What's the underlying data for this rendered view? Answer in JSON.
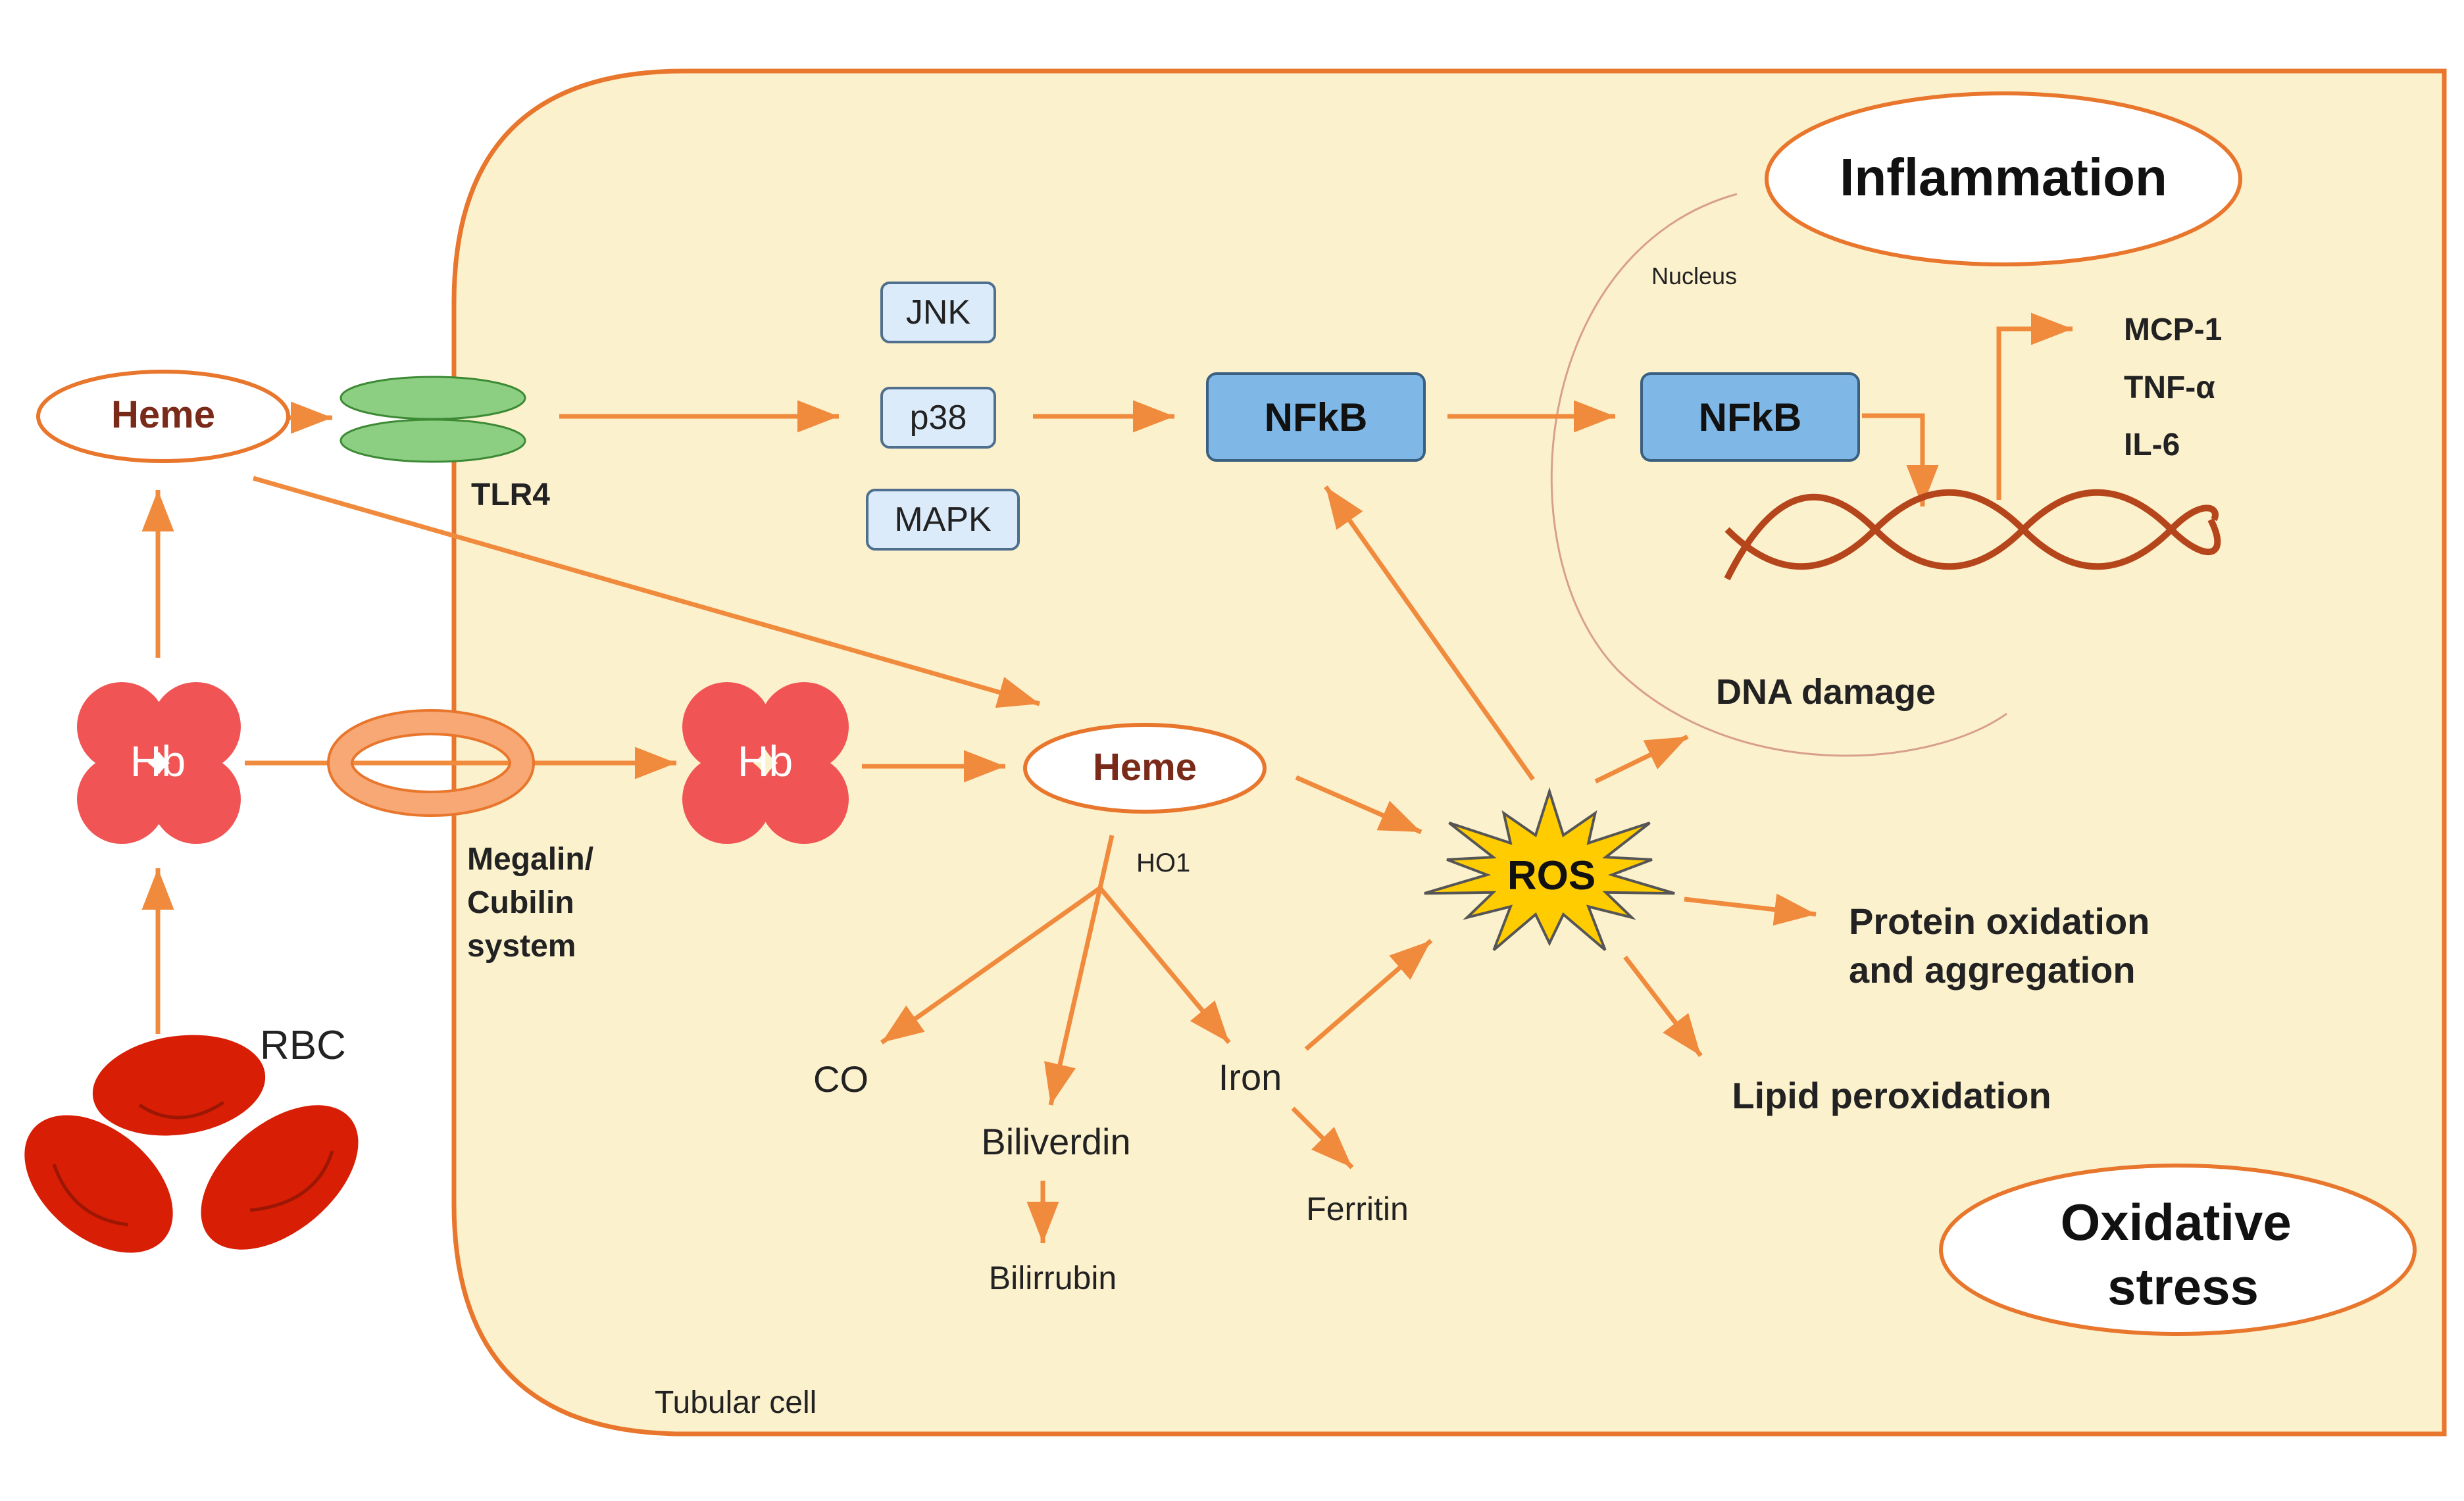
{
  "colors": {
    "cell_fill": "#fcf1cd",
    "cell_border": "#e8762c",
    "arrow": "#f08a3c",
    "label_dark_red": "#7a2a18",
    "hb_red": "#f05454",
    "rbc_red": "#d81e05",
    "tlr4_green": "#8ccf83",
    "megalin_orange": "#f7a874",
    "box_blue": "#7fb8e6",
    "box_light_blue": "#dcebfa",
    "ros_yellow": "#ffcc00",
    "dna_red": "#b5451b",
    "text": "#222222"
  },
  "outside": {
    "heme_label": "Heme",
    "hb_label": "Hb",
    "rbc_label": "RBC"
  },
  "membrane": {
    "tlr4_label": "TLR4",
    "megalin_label": "Megalin/\nCubilin\nsystem"
  },
  "cell": {
    "label": "Tubular cell",
    "hb_label": "Hb",
    "heme_label": "Heme",
    "ho1_label": "HO1",
    "co_label": "CO",
    "biliverdin_label": "Biliverdin",
    "bilirrubin_label": "Bilirrubin",
    "iron_label": "Iron",
    "ferritin_label": "Ferritin",
    "kinases": [
      "JNK",
      "p38",
      "MAPK"
    ],
    "nfkb_cyto_label": "NFkB",
    "ros_label": "ROS",
    "protein_oxidation_label": "Protein oxidation\nand aggregation",
    "lipid_peroxidation_label": "Lipid peroxidation"
  },
  "nucleus": {
    "label": "Nucleus",
    "nfkb_label": "NFkB",
    "cytokines": [
      "MCP-1",
      "TNF-α",
      "IL-6"
    ],
    "dna_damage_label": "DNA damage"
  },
  "callouts": {
    "inflammation": "Inflammation",
    "oxidative_stress": "Oxidative\nstress"
  }
}
